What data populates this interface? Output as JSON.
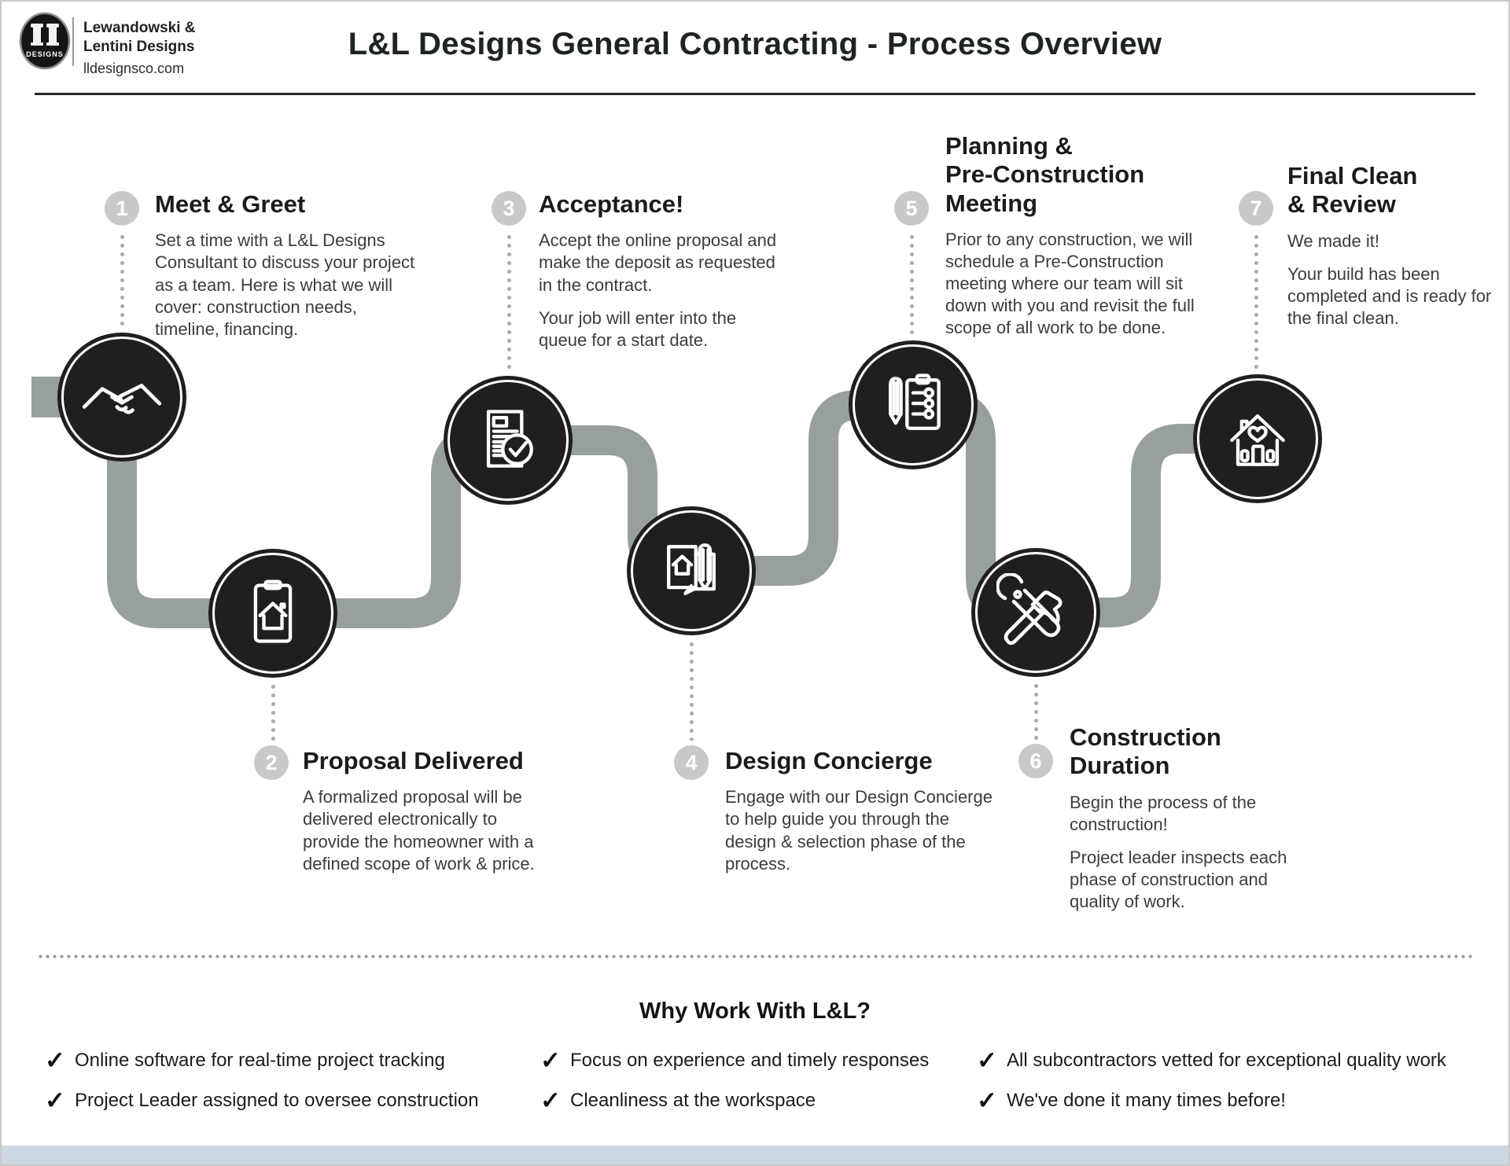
{
  "header": {
    "logo_text": "DESIGNS",
    "brand": {
      "line1": "Lewandowski &",
      "line2": "Lentini Designs",
      "site": "lldesignsco.com"
    },
    "title": "L&L Designs General Contracting - Process Overview"
  },
  "steps": [
    {
      "number": "1",
      "title": "Meet & Greet",
      "icon": "handshake-icon",
      "paragraphs": [
        "Set a time with a L&L Designs Consultant to discuss your project as a team. Here is what we will cover: construction needs, timeline, financing."
      ]
    },
    {
      "number": "2",
      "title": "Proposal Delivered",
      "icon": "clipboard-house-icon",
      "paragraphs": [
        "A formalized proposal will be delivered electronically to provide the homeowner with a defined scope of work & price."
      ]
    },
    {
      "number": "3",
      "title": "Acceptance!",
      "icon": "document-check-icon",
      "paragraphs": [
        "Accept the online proposal and make the deposit as requested in the contract.",
        "Your job will enter into the queue for a start date."
      ]
    },
    {
      "number": "4",
      "title": "Design Concierge",
      "icon": "house-plan-pencil-icon",
      "paragraphs": [
        "Engage with our Design Concierge to help guide you through the design & selection phase of the process."
      ]
    },
    {
      "number": "5",
      "title": "Planning &\nPre-Construction\nMeeting",
      "icon": "pencil-checklist-icon",
      "paragraphs": [
        "Prior to any construction, we will schedule a Pre-Construction meeting where our team will sit down with you and revisit the full scope of all work to be done."
      ]
    },
    {
      "number": "6",
      "title": "Construction\nDuration",
      "icon": "tools-icon",
      "paragraphs": [
        "Begin the process of the construction!",
        "Project leader inspects each phase of construction and quality of work."
      ]
    },
    {
      "number": "7",
      "title": "Final Clean\n& Review",
      "icon": "house-heart-icon",
      "paragraphs": [
        "We made it!",
        "Your build has been completed and is ready for the final clean."
      ]
    }
  ],
  "why": {
    "title": "Why Work With L&L?",
    "check": "✓",
    "columns": [
      [
        "Online software for real-time project tracking",
        "Project Leader assigned to oversee construction"
      ],
      [
        "Focus on experience and timely responses",
        "Cleanliness at the workspace"
      ],
      [
        "All subcontractors vetted for exceptional quality work",
        "We've done it many times before!"
      ]
    ]
  },
  "colors": {
    "path_gray": "#98a09e",
    "node_dark": "#211e1e",
    "badge_gray": "#c9c9c9",
    "footer_strip": "#ccd7e2"
  }
}
